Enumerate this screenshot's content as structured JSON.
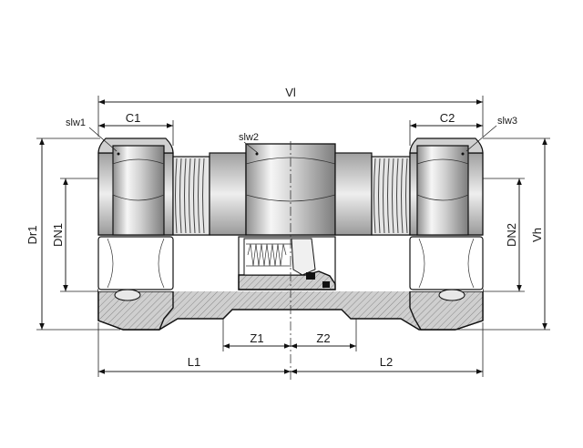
{
  "labels": {
    "overall_length": "Vl",
    "c1": "C1",
    "c2": "C2",
    "slw1": "slw1",
    "slw2": "slw2",
    "slw3": "slw3",
    "dr1": "Dr1",
    "dn1": "DN1",
    "dn2": "DN2",
    "vh": "Vh",
    "z1": "Z1",
    "z2": "Z2",
    "l1": "L1",
    "l2": "L2"
  },
  "colors": {
    "body_fill": "#d9d9d9",
    "shade_dark": "#9a9a9a",
    "shade_light": "#f4f4f4",
    "section_fill": "#c8c8c8",
    "seal": "#111111",
    "line": "#1a1a1a"
  }
}
